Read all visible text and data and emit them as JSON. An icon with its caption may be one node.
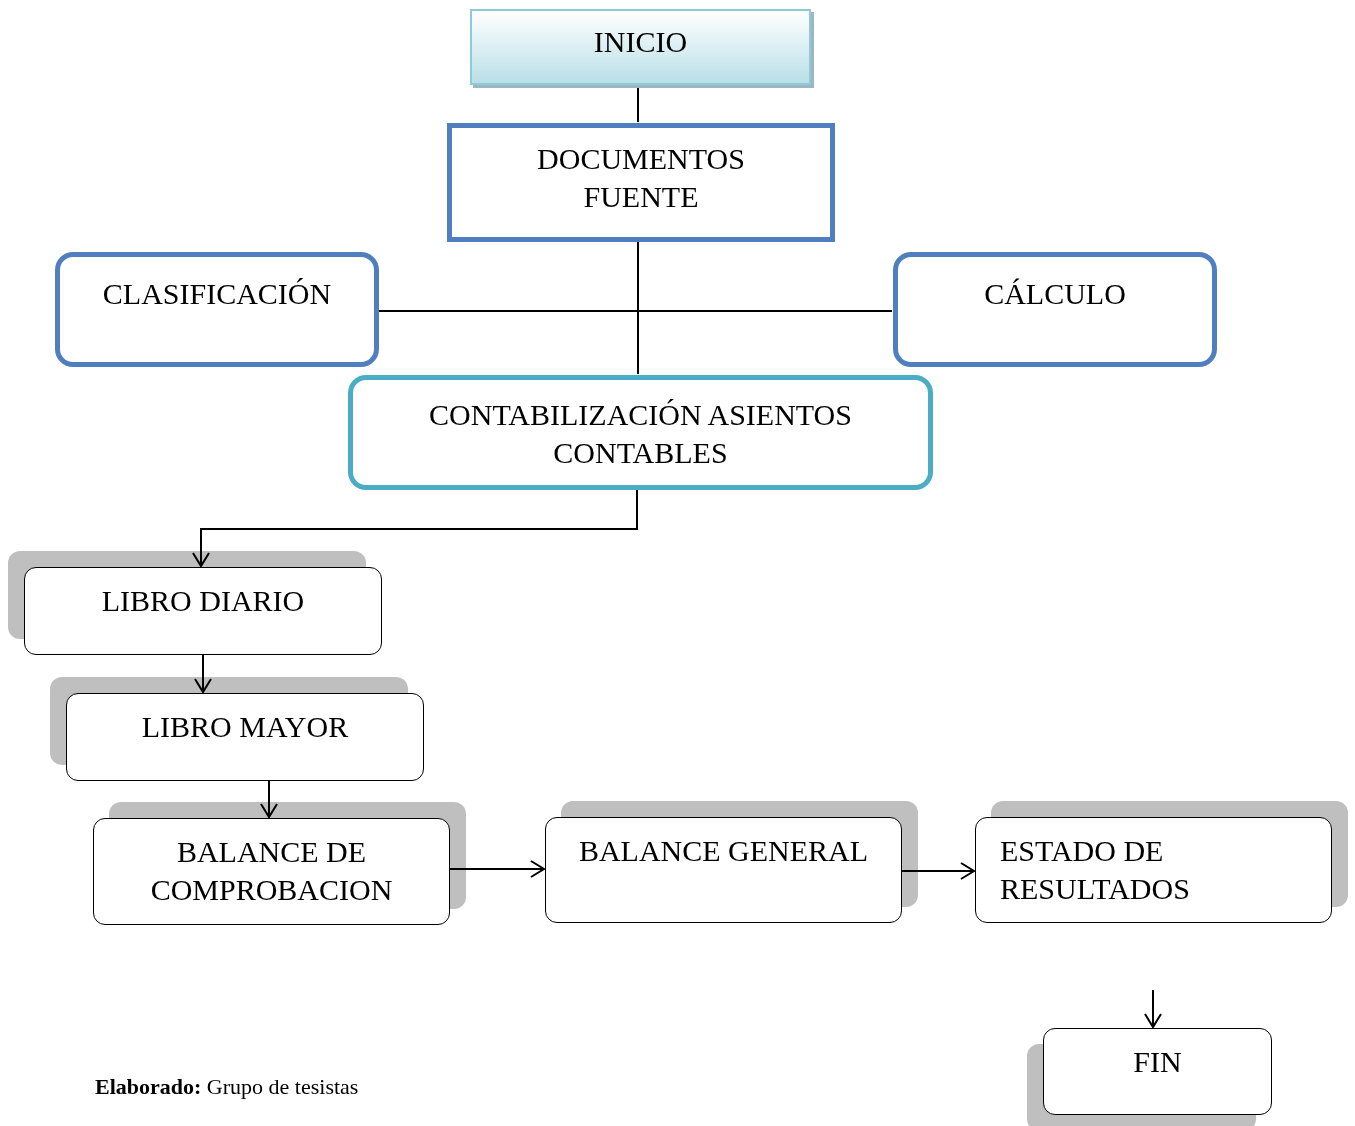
{
  "diagram": {
    "nodes": [
      {
        "text": [
          "INICIO"
        ]
      },
      {
        "text": [
          "DOCUMENTOS FUENTE"
        ]
      },
      {
        "text": [
          "CLASIFICACIÓN"
        ]
      },
      {
        "text": [
          "CÁLCULO"
        ]
      },
      {
        "text": [
          "CONTABILIZACIÓN ASIENTOS CONTABLES"
        ]
      },
      {
        "text": [
          "LIBRO DIARIO"
        ]
      },
      {
        "text": [
          "LIBRO MAYOR"
        ]
      },
      {
        "text": [
          "BALANCE DE COMPROBACION"
        ]
      },
      {
        "text": [
          "BALANCE GENERAL"
        ]
      },
      {
        "text": [
          "ESTADO DE RESULTADOS"
        ]
      },
      {
        "text": [
          "FIN"
        ]
      }
    ],
    "edges": [
      {
        "from": 0,
        "to": 1,
        "arrow": "none"
      },
      {
        "from": 1,
        "to": 4,
        "arrow": "none"
      },
      {
        "from": 2,
        "to": 3,
        "arrow": "none"
      },
      {
        "from": 4,
        "to": 5,
        "arrow": "to"
      },
      {
        "from": 5,
        "to": 6,
        "arrow": "to"
      },
      {
        "from": 6,
        "to": 7,
        "arrow": "to"
      },
      {
        "from": 7,
        "to": 8,
        "arrow": "to"
      },
      {
        "from": 8,
        "to": 9,
        "arrow": "to"
      },
      {
        "from": null,
        "to": 10,
        "arrow": "to"
      }
    ],
    "labels": [
      "**Elaborado:** Grupo de tesistas"
    ]
  }
}
